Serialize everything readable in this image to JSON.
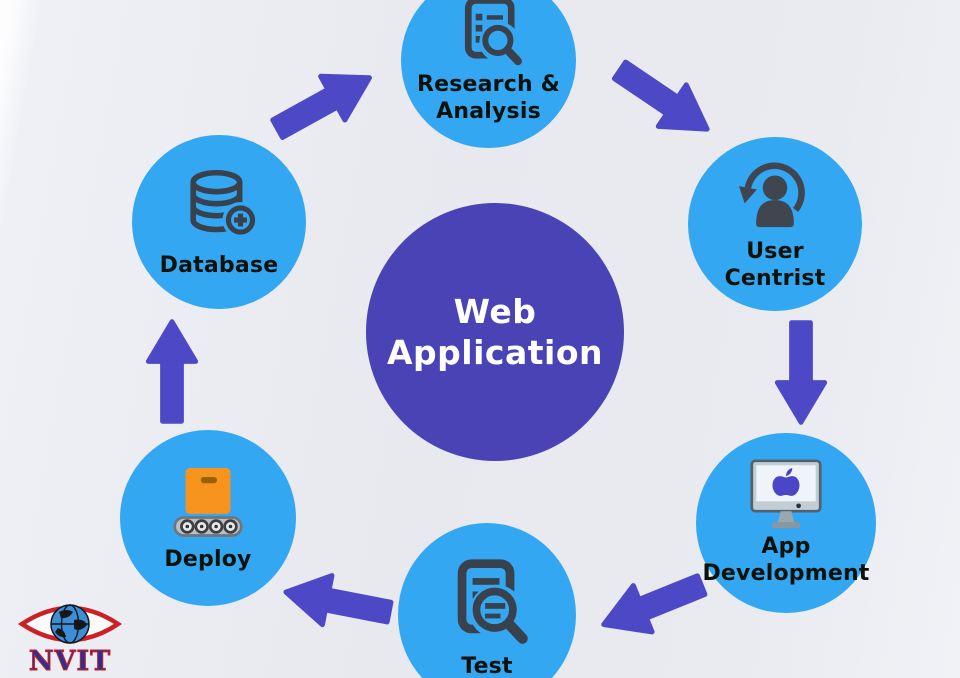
{
  "center": {
    "title": "Web\nApplication"
  },
  "nodes": [
    {
      "id": "research-analysis",
      "label": "Research &\nAnalysis",
      "icon": "research-magnifier-icon"
    },
    {
      "id": "user-centrist",
      "label": "User\nCentrist",
      "icon": "user-sync-icon"
    },
    {
      "id": "app-development",
      "label": "App\nDevelopment",
      "icon": "desktop-apple-icon"
    },
    {
      "id": "test",
      "label": "Test",
      "icon": "document-magnifier-icon"
    },
    {
      "id": "deploy",
      "label": "Deploy",
      "icon": "box-conveyor-icon"
    },
    {
      "id": "database",
      "label": "Database",
      "icon": "database-add-icon"
    }
  ],
  "arrows": [
    {
      "id": "database-to-research",
      "direction": "up-right"
    },
    {
      "id": "research-to-user",
      "direction": "down-right"
    },
    {
      "id": "user-to-appdev",
      "direction": "down"
    },
    {
      "id": "appdev-to-test",
      "direction": "down-left"
    },
    {
      "id": "test-to-deploy",
      "direction": "left"
    },
    {
      "id": "deploy-to-database",
      "direction": "up"
    }
  ],
  "logo": {
    "text": "NVIT"
  },
  "colors": {
    "node-blue": "#33a7f2",
    "center-purple": "#4a43b6",
    "arrow-purple": "#4d49c6",
    "icon-dark": "#39414c",
    "box-orange": "#f7941e",
    "label-dark": "#0b120b",
    "logo-red": "#cc2027",
    "logo-blue": "#2e2f8f"
  }
}
